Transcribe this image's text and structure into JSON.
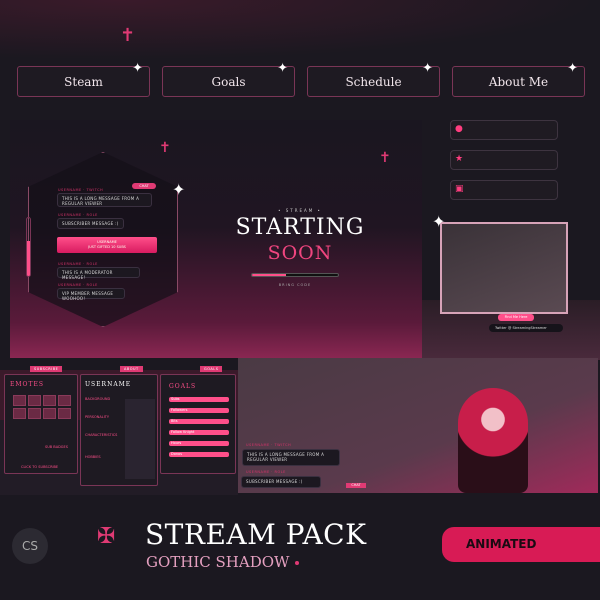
{
  "nav": {
    "buttons": [
      {
        "label": "Steam"
      },
      {
        "label": "Goals"
      },
      {
        "label": "Schedule"
      },
      {
        "label": "About Me"
      }
    ]
  },
  "starting_scene": {
    "stream_label": "• STREAM •",
    "title_line1": "STARTING",
    "title_line2": "SOON",
    "progress_percent": 40,
    "progress_label": "BRING CODE",
    "chat": {
      "button": "CHAT",
      "messages": [
        {
          "user": "USERNAME · TWITCH",
          "text": "THIS IS A LONG MESSAGE FROM A REGULAR VIEWER"
        },
        {
          "user": "USERNAME · ROLE",
          "text": "SUBSCRIBER MESSAGE :)"
        },
        {
          "user": "USERNAME · ROLE",
          "text": "THIS IS A MODERATOR MESSAGE!"
        },
        {
          "user": "USERNAME · ROLE",
          "text": "VIP MEMBER MESSAGE WOOHOO!"
        }
      ],
      "gift": {
        "user": "USERNAME",
        "text": "JUST GIFTED 10 SUBS"
      }
    }
  },
  "alerts": [
    {
      "icon": "user-icon"
    },
    {
      "icon": "star-icon"
    },
    {
      "icon": "gift-icon"
    }
  ],
  "webcam": {
    "label": "Find Me Here",
    "social": "Twitter @ StreamingStreamer"
  },
  "panels": {
    "emotes": {
      "title": "EMOTES",
      "tag": "SUBSCRIBE",
      "footer": "CLICK TO SUBSCRIBE",
      "sub_label": "SUB BADGES"
    },
    "about": {
      "title": "USERNAME",
      "tag": "ABOUT",
      "sections": [
        "BACKGROUND",
        "PERSONALITY",
        "CHARACTERISTICS",
        "HOBBIES"
      ]
    },
    "goals": {
      "title": "GOALS",
      "tag": "GOALS",
      "rows": [
        "Subs",
        "Followers",
        "Bits",
        "Follow Knight",
        "Hours",
        "Donos"
      ]
    }
  },
  "scene2_chat": [
    {
      "user": "USERNAME · TWITCH",
      "text": "THIS IS A LONG MESSAGE FROM A REGULAR VIEWER"
    },
    {
      "user": "USERNAME · ROLE",
      "text": "SUBSCRIBER MESSAGE :)"
    }
  ],
  "scene2_chat_button": "CHAT",
  "footer": {
    "title": "STREAM PACK",
    "subtitle": "GOTHIC SHADOW",
    "badge": "ANIMATED",
    "logo": "CS"
  },
  "colors": {
    "accent": "#e03a74",
    "badge": "#d81b55",
    "background": "#1b1820"
  }
}
